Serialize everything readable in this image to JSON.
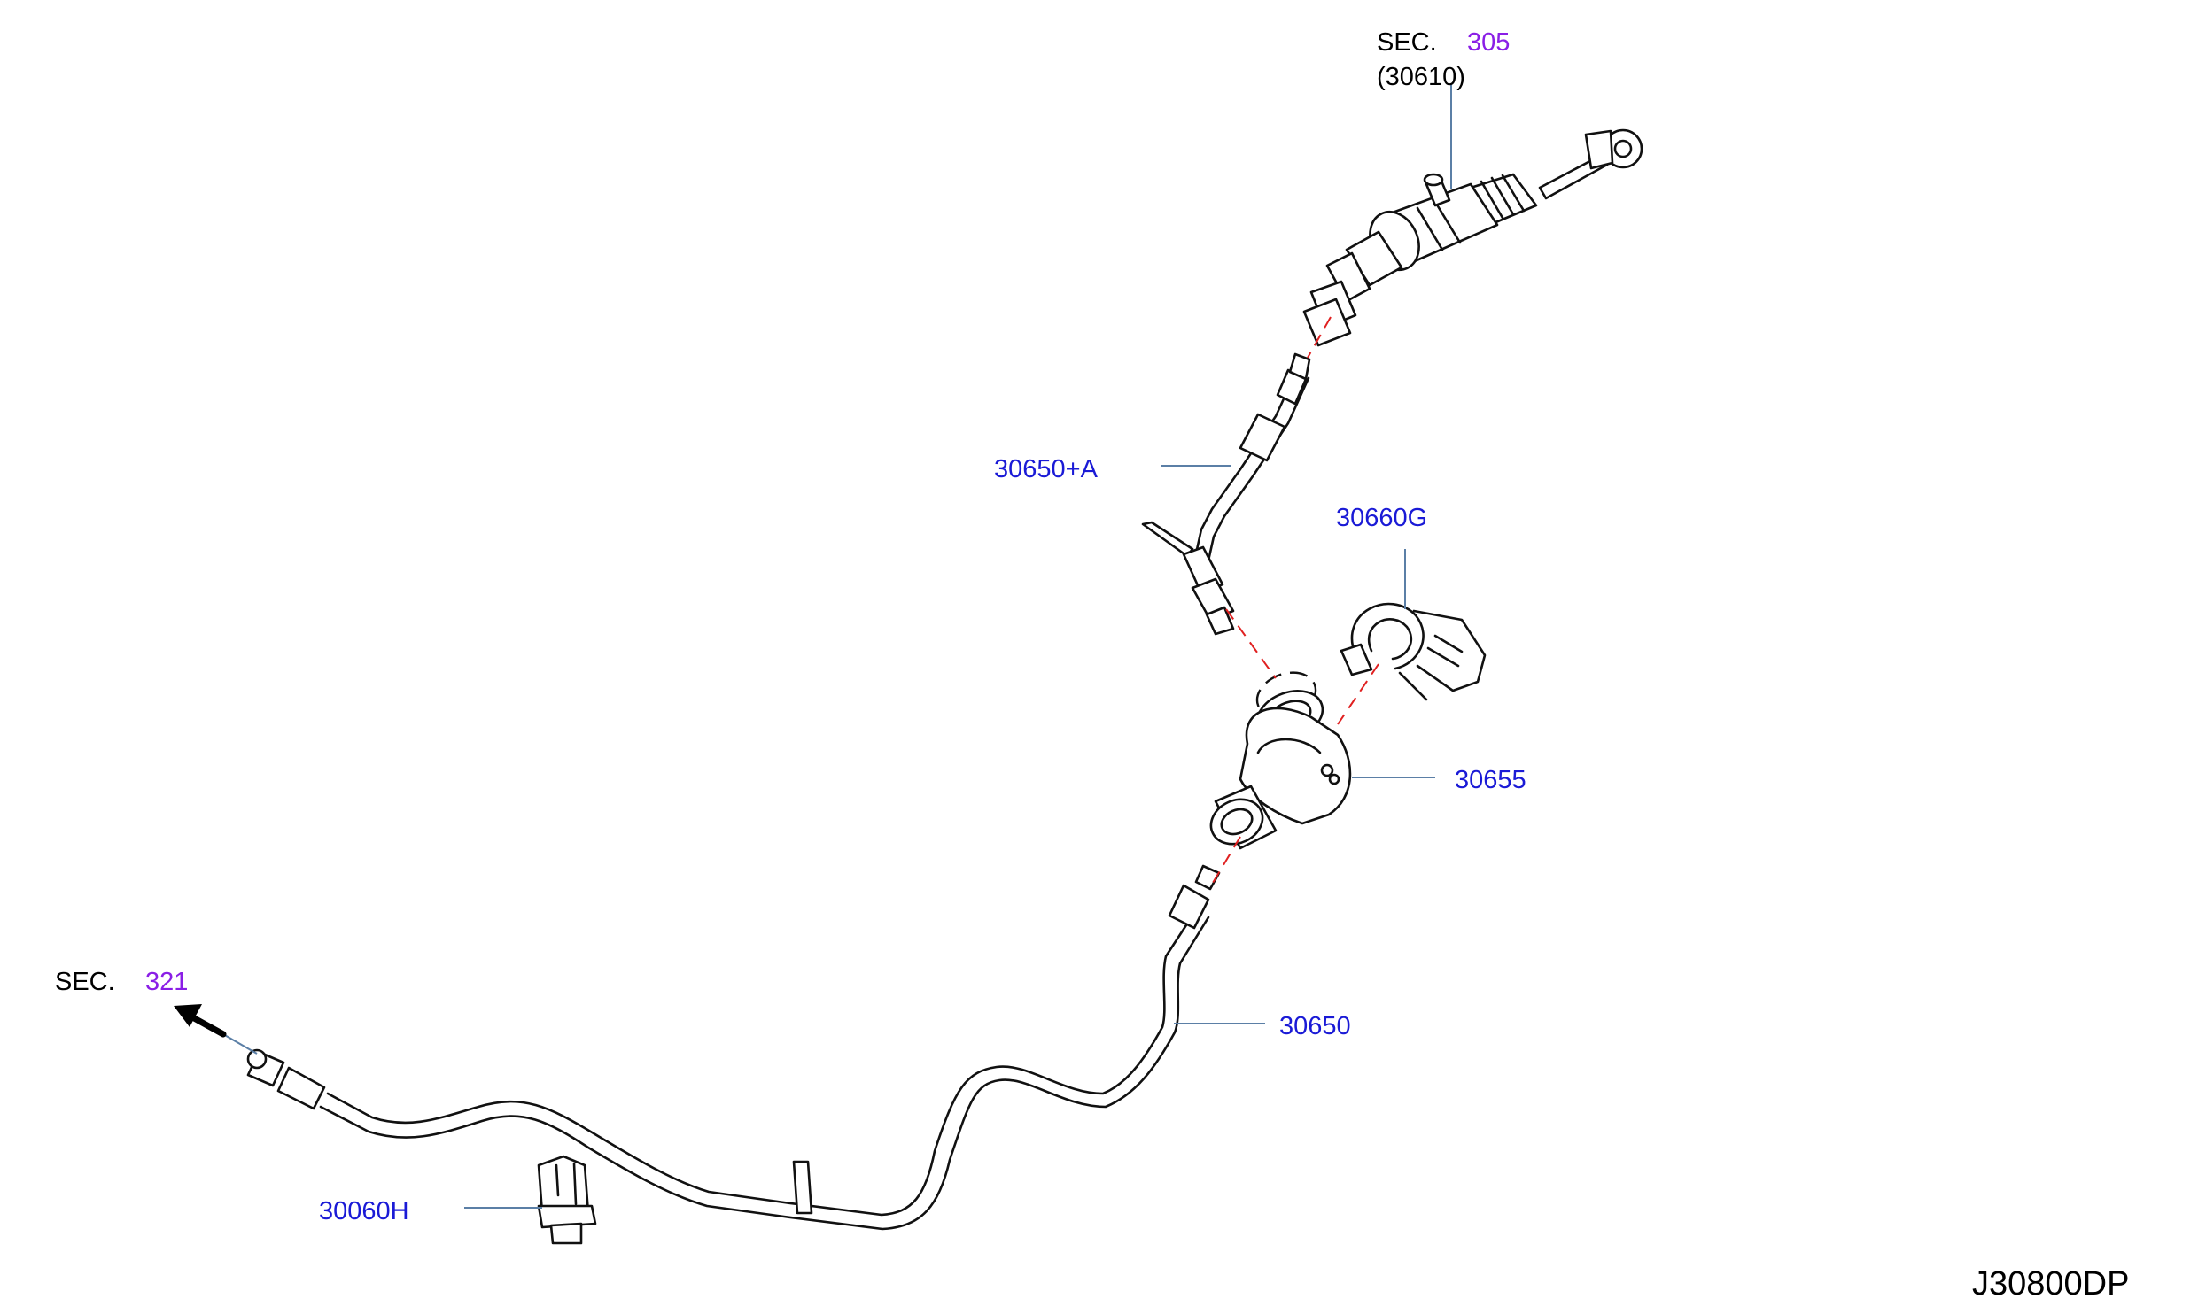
{
  "colors": {
    "part_label": "#1a1ad6",
    "section_ref": "#8a1ee6",
    "leader": "#5b7fa6",
    "alignment": "#e02020",
    "ink": "#111111"
  },
  "diagram": {
    "code": "J30800DP",
    "sections": [
      {
        "prefix": "SEC.",
        "number": "305",
        "sub": "(30610)"
      },
      {
        "prefix": "SEC.",
        "number": "321"
      }
    ],
    "parts": [
      {
        "id": "30650A",
        "label": "30650+A"
      },
      {
        "id": "30660G",
        "label": "30660G"
      },
      {
        "id": "30655",
        "label": "30655"
      },
      {
        "id": "30650",
        "label": "30650"
      },
      {
        "id": "30060H",
        "label": "30060H"
      }
    ],
    "icons": [
      "arrow-icon"
    ]
  }
}
